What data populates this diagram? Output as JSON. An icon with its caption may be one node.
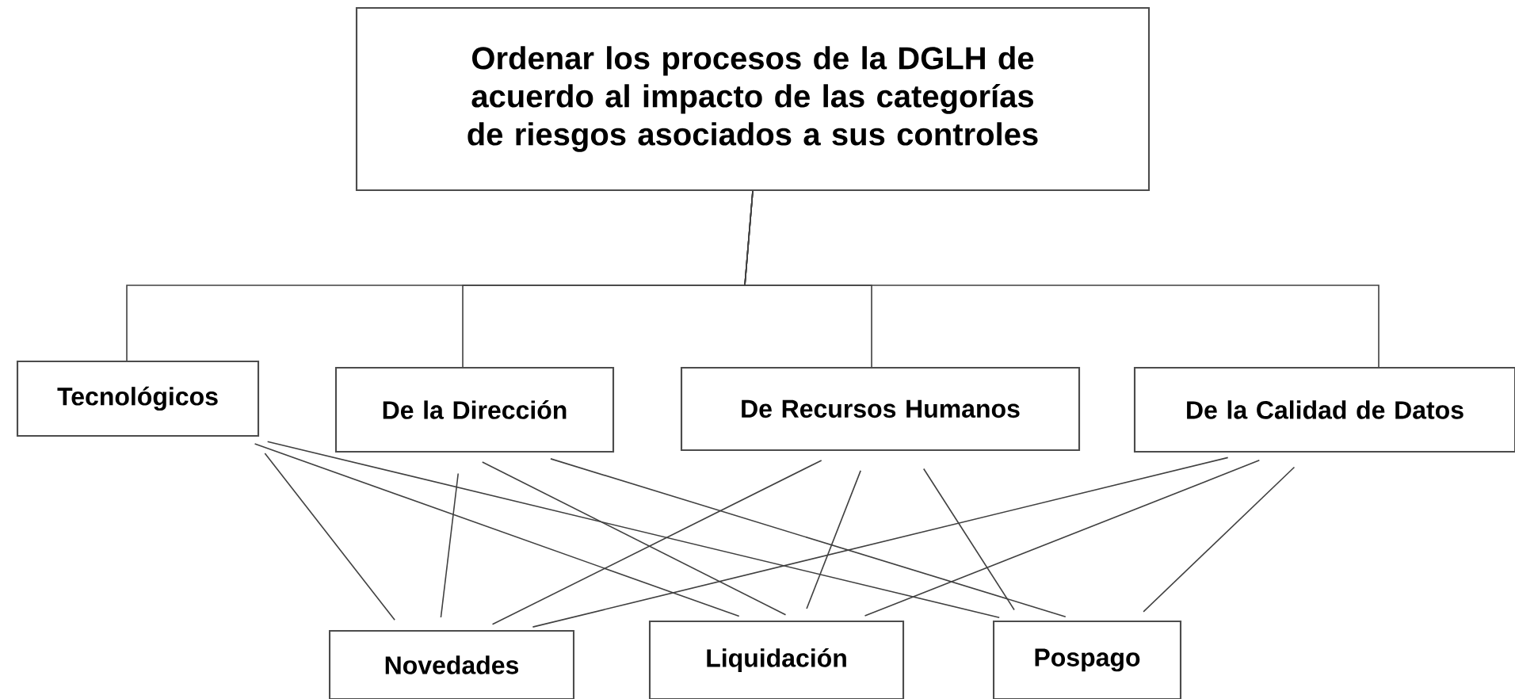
{
  "diagram": {
    "nodes": [
      {
        "text": [
          "Ordenar los procesos de la DGLH de acuerdo al impacto de las categorías de riesgos asociados a sus controles"
        ]
      },
      {
        "text": [
          "Tecnológicos"
        ]
      },
      {
        "text": [
          "De la Dirección"
        ]
      },
      {
        "text": [
          "De Recursos Humanos"
        ]
      },
      {
        "text": [
          "De la Calidad de Datos"
        ]
      },
      {
        "text": [
          "Novedades"
        ]
      },
      {
        "text": [
          "Liquidación"
        ]
      },
      {
        "text": [
          "Pospago"
        ]
      }
    ],
    "edges": [
      {
        "from": 0,
        "to": 1,
        "arrow": "none"
      },
      {
        "from": 0,
        "to": 2,
        "arrow": "none"
      },
      {
        "from": 0,
        "to": 3,
        "arrow": "none"
      },
      {
        "from": 0,
        "to": 4,
        "arrow": "none"
      },
      {
        "from": 1,
        "to": 5,
        "arrow": "none"
      },
      {
        "from": 1,
        "to": 6,
        "arrow": "none"
      },
      {
        "from": 1,
        "to": 7,
        "arrow": "none"
      },
      {
        "from": 2,
        "to": 5,
        "arrow": "none"
      },
      {
        "from": 2,
        "to": 6,
        "arrow": "none"
      },
      {
        "from": 2,
        "to": 7,
        "arrow": "none"
      },
      {
        "from": 3,
        "to": 5,
        "arrow": "none"
      },
      {
        "from": 3,
        "to": 6,
        "arrow": "none"
      },
      {
        "from": 3,
        "to": 7,
        "arrow": "none"
      },
      {
        "from": 4,
        "to": 5,
        "arrow": "none"
      },
      {
        "from": 4,
        "to": 6,
        "arrow": "none"
      },
      {
        "from": 4,
        "to": 7,
        "arrow": "none"
      }
    ]
  }
}
